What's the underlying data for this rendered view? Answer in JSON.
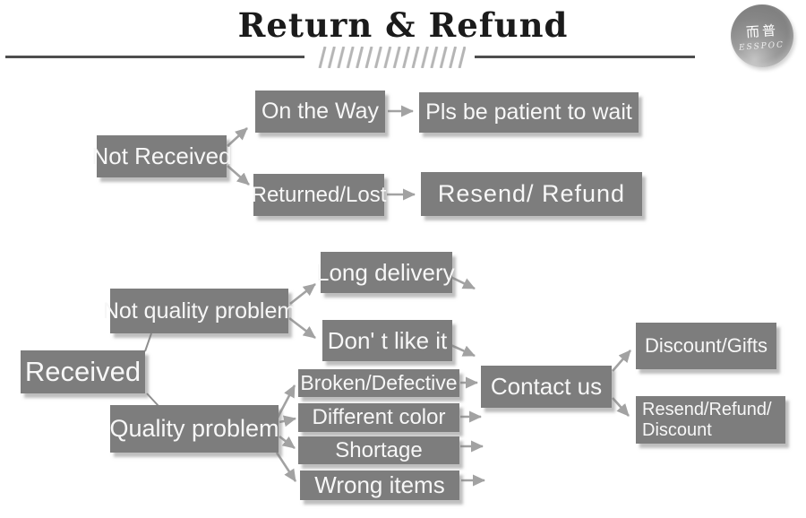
{
  "header": {
    "title": "Return & Refund",
    "logo": {
      "cn": "而普",
      "en": "ESSPOC"
    }
  },
  "nodes": {
    "not_received": "Not Received",
    "on_the_way": "On the Way",
    "pls_wait": "Pls be patient to wait",
    "returned_lost": "Returned/Lost",
    "resend_refund": "Resend/ Refund",
    "received": "Received",
    "not_quality": "Not quality problem",
    "long_delivery": "Long delivery",
    "dont_like": "Don' t like it",
    "quality": "Quality problem",
    "broken": "Broken/Defective",
    "different": "Different color",
    "shortage": "Shortage",
    "wrong": "Wrong items",
    "contact": "Contact us",
    "discount_gifts": "Discount/Gifts",
    "resend_refund_discount": "Resend/Refund/\nDiscount"
  },
  "colors": {
    "box": "#7d7d7d",
    "box_text": "#f7f7f7",
    "arrow": "#a2a2a2",
    "connector": "#8f8f8f",
    "title": "#1b1b1b",
    "rule": "#4e4e4e",
    "hatch": "#b5b5b5",
    "bg": "#ffffff"
  }
}
